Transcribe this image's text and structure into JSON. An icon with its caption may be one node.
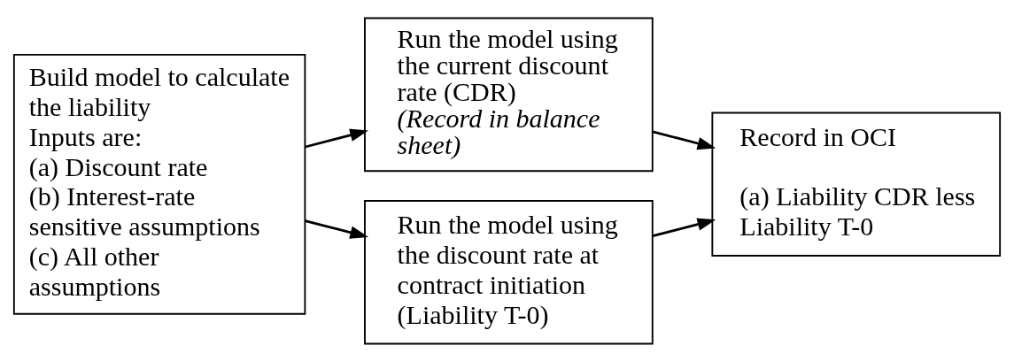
{
  "diagram": {
    "nodes": [
      {
        "text": [
          "Build model to calculate the liability",
          "Inputs are:",
          "(a) Discount rate",
          "(b) Interest-rate sensitive assumptions",
          "(c) All other assumptions"
        ]
      },
      {
        "text": [
          "Run the model using the current discount rate (CDR)",
          "(Record in balance sheet)"
        ]
      },
      {
        "text": [
          "Run the model using the discount rate at contract initiation (Liability T-0)"
        ]
      },
      {
        "text": [
          "Record in OCI",
          "(a) Liability CDR less Liability T-0"
        ]
      }
    ],
    "edges": [
      {
        "from": 0,
        "to": 1,
        "arrow": "to"
      },
      {
        "from": 0,
        "to": 2,
        "arrow": "to"
      },
      {
        "from": 1,
        "to": 3,
        "arrow": "to"
      },
      {
        "from": 2,
        "to": 3,
        "arrow": "to"
      }
    ]
  }
}
